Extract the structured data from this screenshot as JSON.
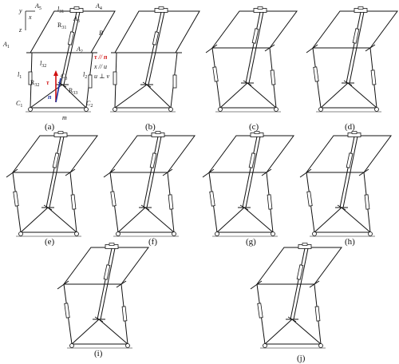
{
  "panels": [
    {
      "id": "a",
      "caption": "(a)"
    },
    {
      "id": "b",
      "caption": "(b)"
    },
    {
      "id": "c",
      "caption": "(c)"
    },
    {
      "id": "d",
      "caption": "(d)"
    },
    {
      "id": "e",
      "caption": "(e)"
    },
    {
      "id": "f",
      "caption": "(f)"
    },
    {
      "id": "g",
      "caption": "(g)"
    },
    {
      "id": "h",
      "caption": "(h)"
    },
    {
      "id": "i",
      "caption": "(i)"
    },
    {
      "id": "j",
      "caption": "(j)"
    }
  ],
  "labels": {
    "y": "y",
    "x": "x",
    "z": "z",
    "A1": "A",
    "A1s": "1",
    "A2": "A",
    "A2s": "2",
    "A3": "A",
    "A3s": "3",
    "A4": "A",
    "A4s": "4",
    "A5": "A",
    "A5s": "5",
    "l31": "l",
    "l31s": "31",
    "R31": "R",
    "R31s": "31",
    "B": "B",
    "l32": "l",
    "l32s": "32",
    "l1": "l",
    "l1s": "1",
    "l2": "l",
    "l2s": "2",
    "C1": "C",
    "C1s": "1",
    "C2": "C",
    "C2s": "2",
    "C3": "C",
    "C3s": "3",
    "R32": "R",
    "R32s": "32",
    "R33": "R",
    "R33s": "33",
    "m": "m",
    "tau": "τ",
    "n": "n",
    "rel1": "τ // n",
    "rel2": "x // u",
    "rel3": "u ⊥ v"
  },
  "colors": {
    "line": "#111111",
    "tau": "#d01010",
    "n": "#1a2ea0"
  }
}
